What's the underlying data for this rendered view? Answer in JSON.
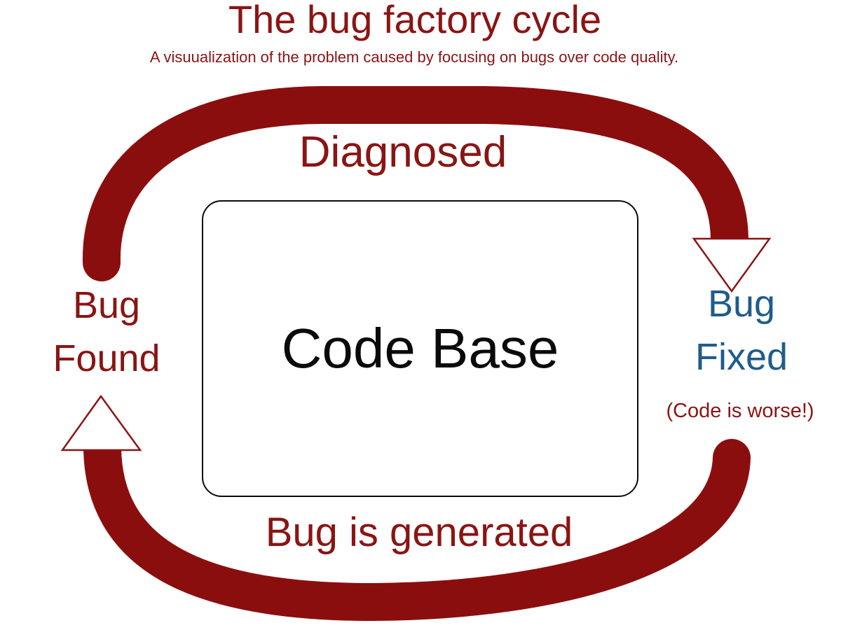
{
  "title": "The bug factory cycle",
  "subtitle": "A visuualization of the problem caused by focusing on bugs over code quality.",
  "center_box": {
    "label": "Code Base"
  },
  "cycle": {
    "top_label": "Diagnosed",
    "bottom_label": "Bug is generated",
    "left_label": {
      "line1": "Bug",
      "line2": "Found"
    },
    "right_label": {
      "line1": "Bug",
      "line2": "Fixed"
    },
    "right_note": "(Code is worse!)"
  },
  "icons": {
    "right_arrow": "arrow-down-icon",
    "left_arrow": "arrow-up-icon"
  },
  "colors": {
    "dark_red": "#8B1414",
    "arc_red": "#8B0E0F",
    "blue": "#1F5C8B",
    "box_border": "#0A0A0A",
    "background": "#FFFFFF"
  }
}
